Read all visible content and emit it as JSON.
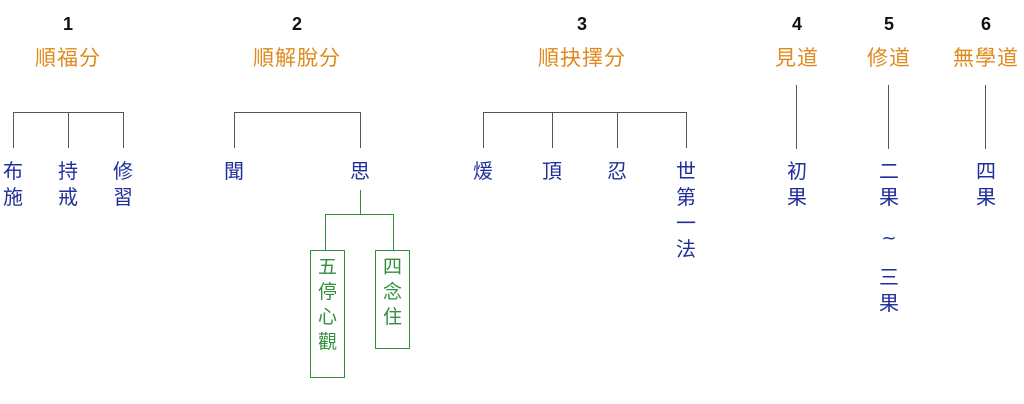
{
  "stages": [
    {
      "number": "1",
      "name": "順福分",
      "children": [
        "布施",
        "持戒",
        "修習"
      ]
    },
    {
      "number": "2",
      "name": "順解脫分",
      "children": [
        "聞",
        "思"
      ],
      "sub_children": [
        "五停心觀",
        "四念住"
      ]
    },
    {
      "number": "3",
      "name": "順抉擇分",
      "children": [
        "煖",
        "頂",
        "忍",
        "世第一法"
      ]
    },
    {
      "number": "4",
      "name": "見道",
      "children": [
        "初果"
      ]
    },
    {
      "number": "5",
      "name": "修道",
      "children": [
        "二果",
        "三果"
      ],
      "range_mark": "~"
    },
    {
      "number": "6",
      "name": "無學道",
      "children": [
        "四果"
      ]
    }
  ],
  "colors": {
    "stage_title": "#e08a1e",
    "stage_number": "#111111",
    "child_text": "#1f2f9a",
    "sub_child": "#2f8f3a",
    "connector": "#555555"
  }
}
